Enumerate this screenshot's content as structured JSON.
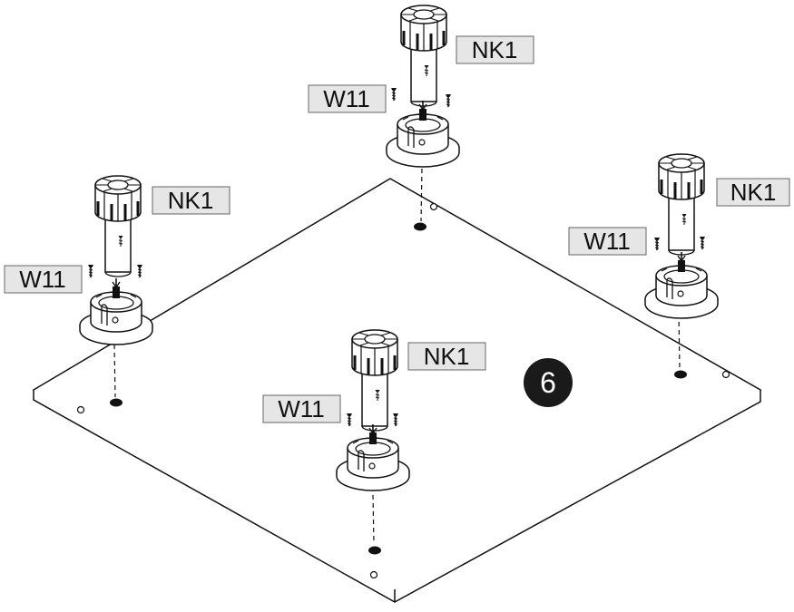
{
  "step_number": "6",
  "part_codes": {
    "leg": "NK1",
    "screw": "W11"
  },
  "colors": {
    "label_fill": "#e6e6e6",
    "line": "#111111",
    "step_badge": "#1a1a1a"
  }
}
